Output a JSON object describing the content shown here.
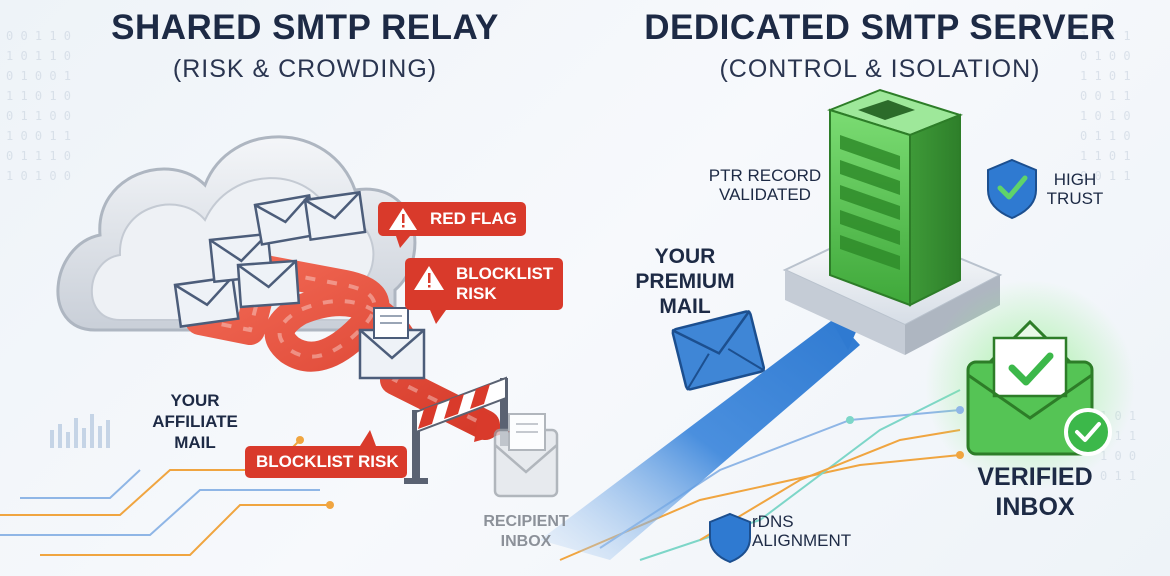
{
  "left": {
    "title": "SHARED SMTP RELAY",
    "subtitle": "(RISK & CROWDING)",
    "flag_red": "RED FLAG",
    "flag_blocklist_1": "BLOCKLIST\nRISK",
    "flag_blocklist_2": "BLOCKLIST RISK",
    "sender_label": "YOUR\nAFFILIATE\nMAIL",
    "recipient_label": "RECIPIENT\nINBOX"
  },
  "right": {
    "title": "DEDICATED SMTP SERVER",
    "subtitle": "(CONTROL & ISOLATION)",
    "ptr_label": "PTR RECORD\nVALIDATED",
    "trust_label": "HIGH\nTRUST",
    "sender_label": "YOUR\nPREMIUM\nMAIL",
    "rdns_label": "rDNS\nALIGNMENT",
    "inbox_label": "VERIFIED\nINBOX"
  },
  "colors": {
    "danger": "#d93a2b",
    "success": "#3cb84a",
    "trust_blue": "#2f7ad1",
    "navy": "#1d2a45"
  },
  "icons": [
    "cloud-icon",
    "envelope-icon",
    "warning-icon",
    "barrier-icon",
    "server-icon",
    "shield-check-icon",
    "shield-icon",
    "inbox-check-icon"
  ]
}
